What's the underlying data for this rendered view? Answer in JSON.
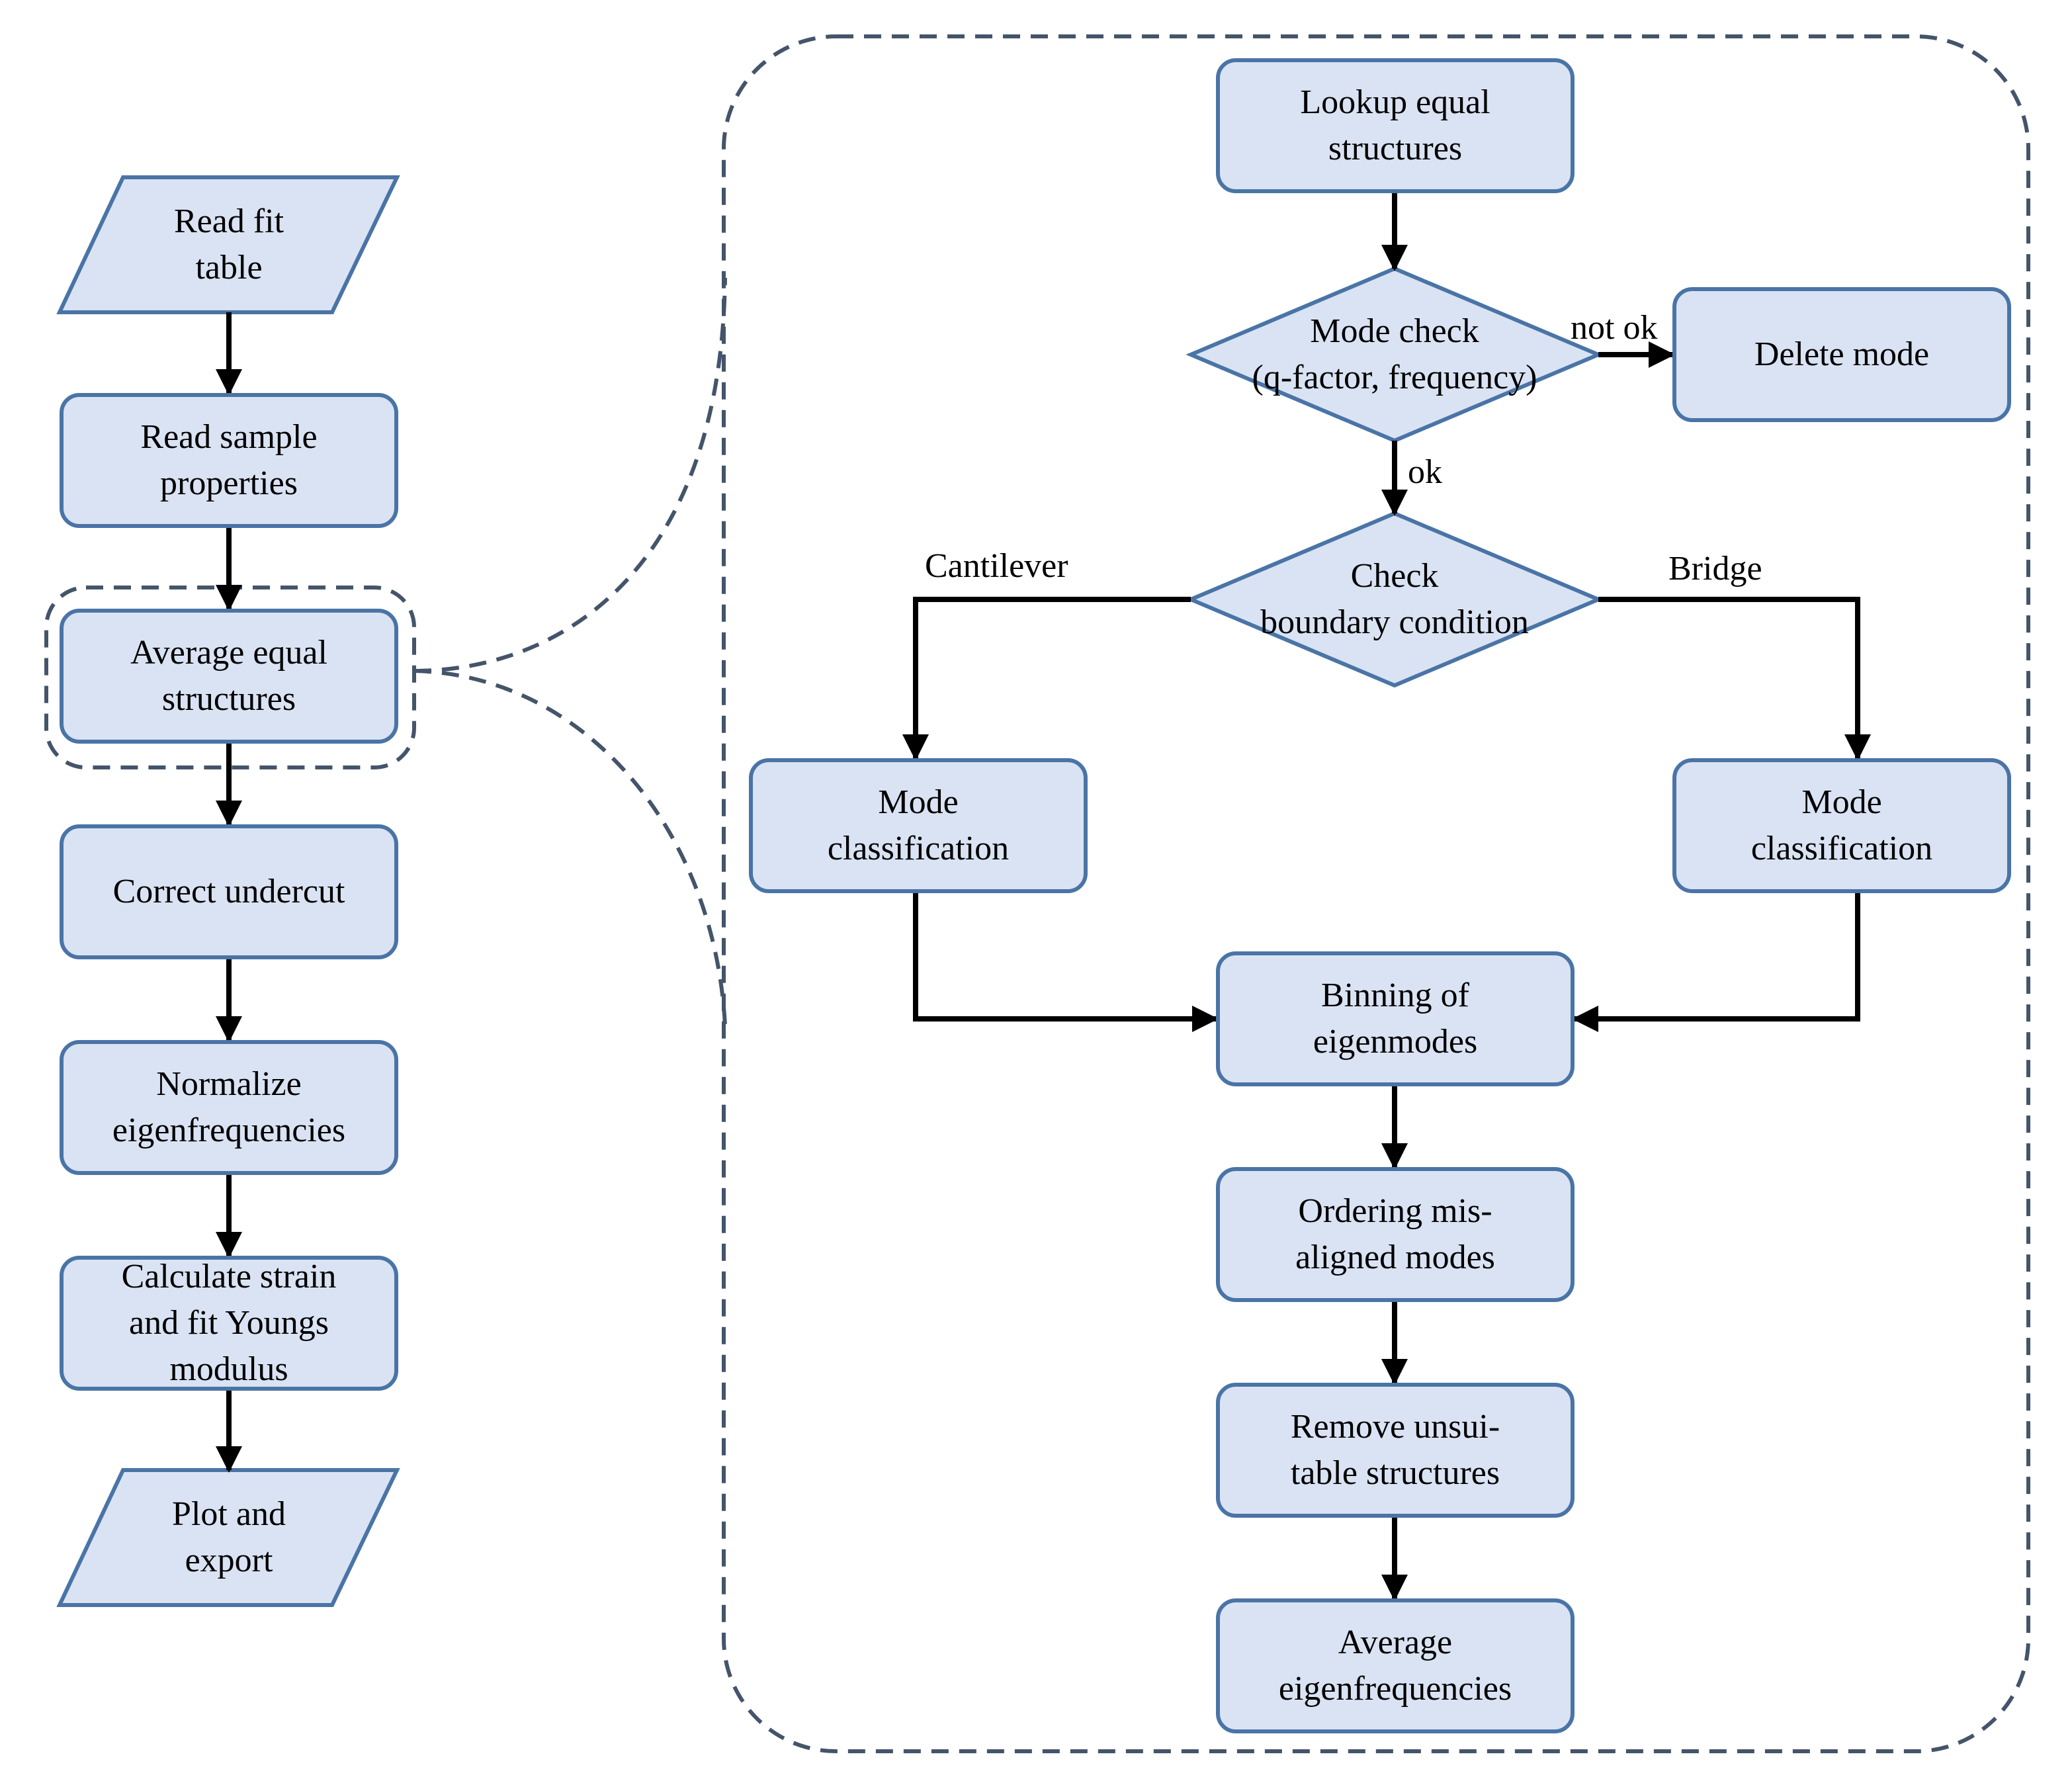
{
  "left_flow": {
    "read_fit_table": "Read fit\ntable",
    "read_sample_properties": "Read sample\nproperties",
    "average_equal_structures": "Average equal\nstructures",
    "correct_undercut": "Correct undercut",
    "normalize_eigenfrequencies": "Normalize\neigenfrequencies",
    "calculate_strain": "Calculate strain\nand fit Youngs\nmodulus",
    "plot_and_export": "Plot and\nexport"
  },
  "detail_flow": {
    "lookup_equal_structures": "Lookup equal\nstructures",
    "mode_check": "Mode check\n(q-factor, frequency)",
    "delete_mode": "Delete mode",
    "check_boundary_condition": "Check\nboundary condition",
    "mode_classification_left": "Mode\nclassification",
    "mode_classification_right": "Mode\nclassification",
    "binning_of_eigenmodes": "Binning of\neigenmodes",
    "ordering_misaligned_modes": "Ordering mis-\naligned modes",
    "remove_unsuitable_structures": "Remove unsui-\ntable structures",
    "average_eigenfrequencies": "Average\neigenfrequencies"
  },
  "edge_labels": {
    "not_ok": "not ok",
    "ok": "ok",
    "cantilever": "Cantilever",
    "bridge": "Bridge"
  },
  "colors": {
    "box_fill": "#dae3f3",
    "box_border": "#4a74a6",
    "arrow": "#000000",
    "dashed_outline": "#44546a"
  }
}
